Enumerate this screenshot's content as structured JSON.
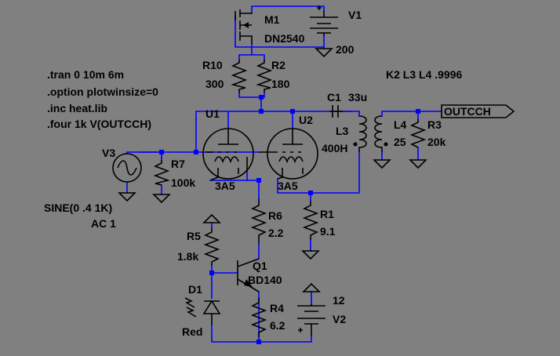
{
  "directives": [
    ".tran 0 10m 6m",
    ".option plotwinsize=0",
    ".inc heat.lib",
    ".four 1k V(OUTCCH)"
  ],
  "coupling": "K2 L3 L4 .9996",
  "net_label": "OUTCCH",
  "components": {
    "m1": {
      "ref": "M1",
      "value": "DN2540"
    },
    "v1": {
      "ref": "V1",
      "value": "200"
    },
    "r10": {
      "ref": "R10",
      "value": "300"
    },
    "r2": {
      "ref": "R2",
      "value": "180"
    },
    "c1": {
      "ref": "C1",
      "value": "33u"
    },
    "u1": {
      "ref": "U1",
      "value": "3A5"
    },
    "u2": {
      "ref": "U2",
      "value": "3A5"
    },
    "l3": {
      "ref": "L3",
      "value": "400H"
    },
    "l4": {
      "ref": "L4",
      "value": "25"
    },
    "r3": {
      "ref": "R3",
      "value": "20k"
    },
    "v3": {
      "ref": "V3",
      "value": "SINE(0 .4 1K)",
      "ac": "AC 1"
    },
    "r7": {
      "ref": "R7",
      "value": "100k"
    },
    "r6": {
      "ref": "R6",
      "value": "2.2"
    },
    "r1": {
      "ref": "R1",
      "value": "9.1"
    },
    "r5": {
      "ref": "R5",
      "value": "1.8k"
    },
    "q1": {
      "ref": "Q1",
      "value": "BD140"
    },
    "d1": {
      "ref": "D1",
      "value": "Red"
    },
    "r4": {
      "ref": "R4",
      "value": "6.2"
    },
    "v2": {
      "ref": "V2",
      "value": "12"
    }
  },
  "colors": {
    "background": "#808080",
    "wire": "#0000ff",
    "symbol": "#000000"
  }
}
